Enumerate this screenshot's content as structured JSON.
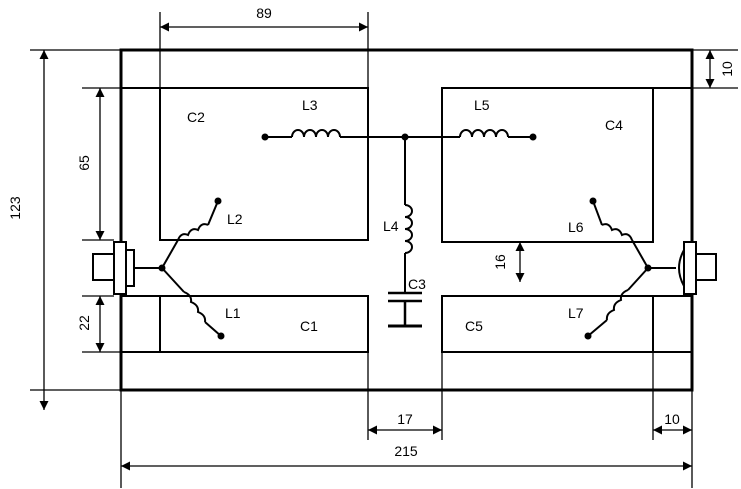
{
  "components": {
    "capacitors": [
      "C1",
      "C2",
      "C3",
      "C4",
      "C5"
    ],
    "inductors": [
      "L1",
      "L2",
      "L3",
      "L4",
      "L5",
      "L6",
      "L7"
    ]
  },
  "dimensions": {
    "total_width": "215",
    "total_height": "123",
    "left_pad_width": "89",
    "upper_pad_height": "65",
    "lower_pad_height": "22",
    "gap_between_pads": "17",
    "top_margin": "10",
    "right_margin": "10",
    "pad_vertical_gap": "16"
  }
}
